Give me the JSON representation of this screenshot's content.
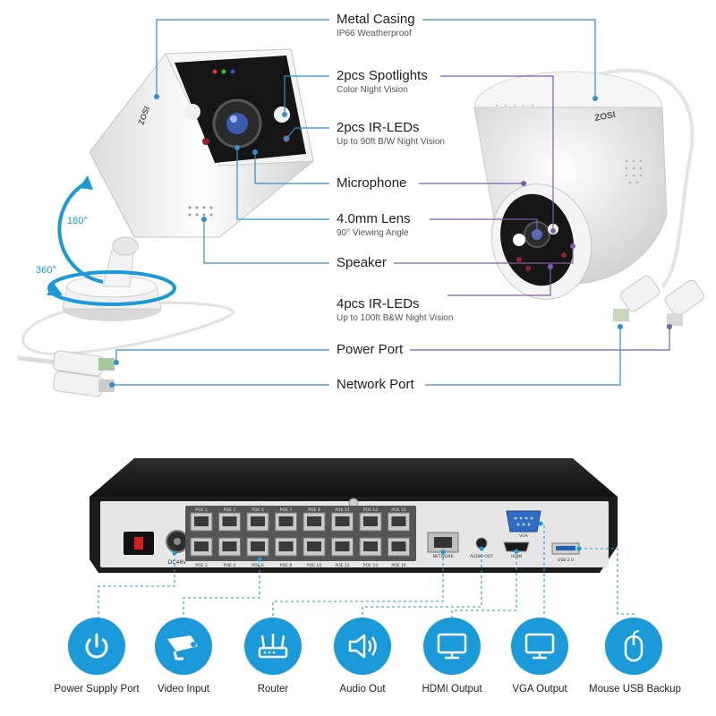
{
  "camera": {
    "brand": "ZOSI",
    "rotation_vertical": "180°",
    "rotation_horizontal": "360°"
  },
  "callouts": [
    {
      "id": "metal-casing",
      "title": "Metal Casing",
      "subtitle": "IP66 Weatherproof"
    },
    {
      "id": "spotlights",
      "title": "2pcs Spotlights",
      "subtitle": "Color Night Vision"
    },
    {
      "id": "ir-leds",
      "title": "2pcs IR-LEDs",
      "subtitle": "Up to 90ft B/W Night Vision"
    },
    {
      "id": "microphone",
      "title": "Microphone",
      "subtitle": ""
    },
    {
      "id": "lens",
      "title": "4.0mm Lens",
      "subtitle": "90° Viewing Angle"
    },
    {
      "id": "speaker",
      "title": "Speaker",
      "subtitle": ""
    },
    {
      "id": "dome-ir-leds",
      "title": "4pcs IR-LEDs",
      "subtitle": "Up to 100ft B&W Night Vision"
    },
    {
      "id": "power-port",
      "title": "Power Port",
      "subtitle": ""
    },
    {
      "id": "network-port",
      "title": "Network Port",
      "subtitle": ""
    }
  ],
  "nvr": {
    "dc_label": "DC48V",
    "poe_top": [
      "POE 1",
      "POE 3",
      "POE 5",
      "POE 7",
      "POE 9",
      "POE 11",
      "POE 13",
      "POE 15"
    ],
    "poe_bottom": [
      "POE 2",
      "POE 4",
      "POE 6",
      "POE 8",
      "POE 10",
      "POE 12",
      "POE 14",
      "POE 16"
    ],
    "network_label": "NETWORK",
    "audio_label": "AUDIO OUT",
    "hdmi_label": "HDMI",
    "vga_label": "VGA",
    "usb_label": "USB 2.0"
  },
  "ports": [
    {
      "label": "Power Supply Port",
      "icon": "power-icon"
    },
    {
      "label": "Video Input",
      "icon": "camera-icon"
    },
    {
      "label": "Router",
      "icon": "router-icon"
    },
    {
      "label": "Audio Out",
      "icon": "speaker-icon"
    },
    {
      "label": "HDMI Output",
      "icon": "monitor-icon"
    },
    {
      "label": "VGA Output",
      "icon": "monitor-icon"
    },
    {
      "label": "Mouse USB Backup",
      "icon": "mouse-icon"
    }
  ],
  "colors": {
    "accent": "#1a9ad9",
    "leader_blue": "#2f8fce",
    "leader_dome": "#7a5fb0",
    "nvr_body": "#1b1b1b",
    "nvr_panel": "#e6e6e6"
  }
}
